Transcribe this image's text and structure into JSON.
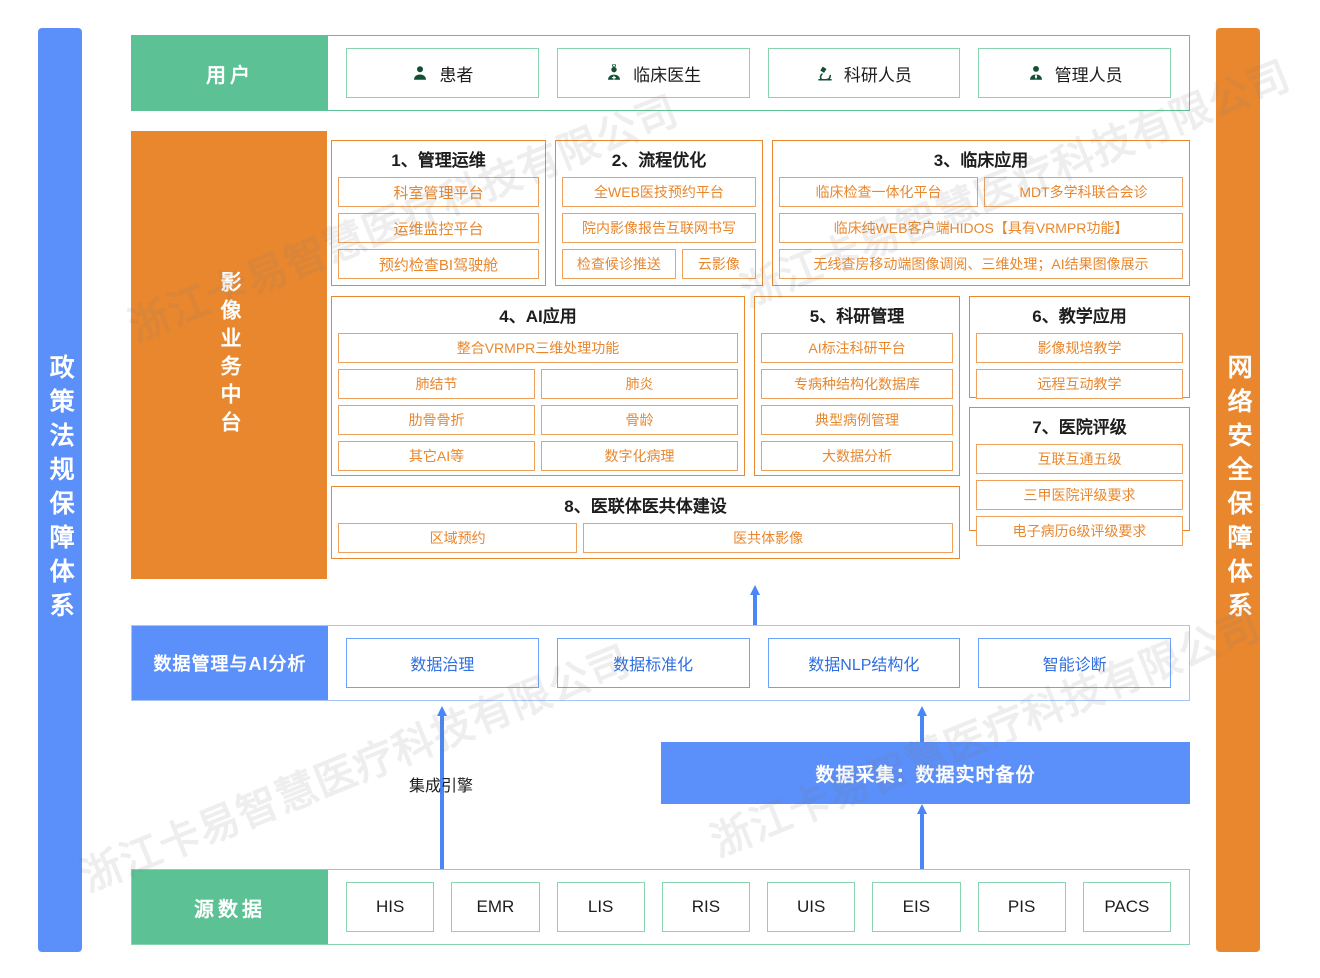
{
  "watermark": {
    "text": "浙江卡易智慧医疗科技有限公司"
  },
  "pillars": {
    "left": {
      "label": "政策法规保障体系",
      "color": "#5B8FF9"
    },
    "right": {
      "label": "网络安全保障体系",
      "color": "#E8872E"
    }
  },
  "user_row": {
    "label": "用户",
    "color": "#5CC195",
    "items": [
      {
        "icon": "user-icon",
        "label": "患者"
      },
      {
        "icon": "doctor-icon",
        "label": "临床医生"
      },
      {
        "icon": "microscope-icon",
        "label": "科研人员"
      },
      {
        "icon": "manager-icon",
        "label": "管理人员"
      }
    ]
  },
  "platform_row": {
    "label": "影像业务中台",
    "color": "#E8872E",
    "cards": [
      {
        "title": "1、管理运维",
        "rows": [
          [
            "科室管理平台"
          ],
          [
            "运维监控平台"
          ],
          [
            "预约检查BI驾驶舱"
          ]
        ]
      },
      {
        "title": "2、流程优化",
        "rows": [
          [
            "全WEB医技预约平台"
          ],
          [
            "院内影像报告互联网书写"
          ],
          [
            "检查候诊推送",
            "云影像"
          ]
        ]
      },
      {
        "title": "3、临床应用",
        "rows": [
          [
            "临床检查一体化平台",
            "MDT多学科联合会诊"
          ],
          [
            "临床纯WEB客户端HIDOS【具有VRMPR功能】"
          ],
          [
            "无线查房移动端图像调阅、三维处理；AI结果图像展示"
          ]
        ]
      },
      {
        "title": "4、AI应用",
        "rows": [
          [
            "整合VRMPR三维处理功能"
          ],
          [
            "肺结节",
            "肺炎"
          ],
          [
            "肋骨骨折",
            "骨龄"
          ],
          [
            "其它AI等",
            "数字化病理"
          ]
        ]
      },
      {
        "title": "5、科研管理",
        "rows": [
          [
            "AI标注科研平台"
          ],
          [
            "专病种结构化数据库"
          ],
          [
            "典型病例管理"
          ],
          [
            "大数据分析"
          ]
        ]
      },
      {
        "title": "6、教学应用",
        "rows": [
          [
            "影像规培教学"
          ],
          [
            "远程互动教学"
          ]
        ]
      },
      {
        "title": "7、医院评级",
        "rows": [
          [
            "互联互通五级"
          ],
          [
            "三甲医院评级要求"
          ],
          [
            "电子病历6级评级要求"
          ]
        ]
      },
      {
        "title": "8、医联体医共体建设",
        "rows": [
          [
            "区域预约",
            "医共体影像"
          ]
        ]
      }
    ]
  },
  "data_row": {
    "label": "数据管理与AI分析",
    "color": "#5B8FF9",
    "items": [
      "数据治理",
      "数据标准化",
      "数据NLP结构化",
      "智能诊断"
    ]
  },
  "middle_band": {
    "engine_label": "集成引擎",
    "collect_bar": {
      "label": "数据采集：数据实时备份",
      "color": "#5B8FF9"
    }
  },
  "source_row": {
    "label": "源数据",
    "color": "#5CC195",
    "items": [
      "HIS",
      "EMR",
      "LIS",
      "RIS",
      "UIS",
      "EIS",
      "PIS",
      "PACS"
    ]
  }
}
